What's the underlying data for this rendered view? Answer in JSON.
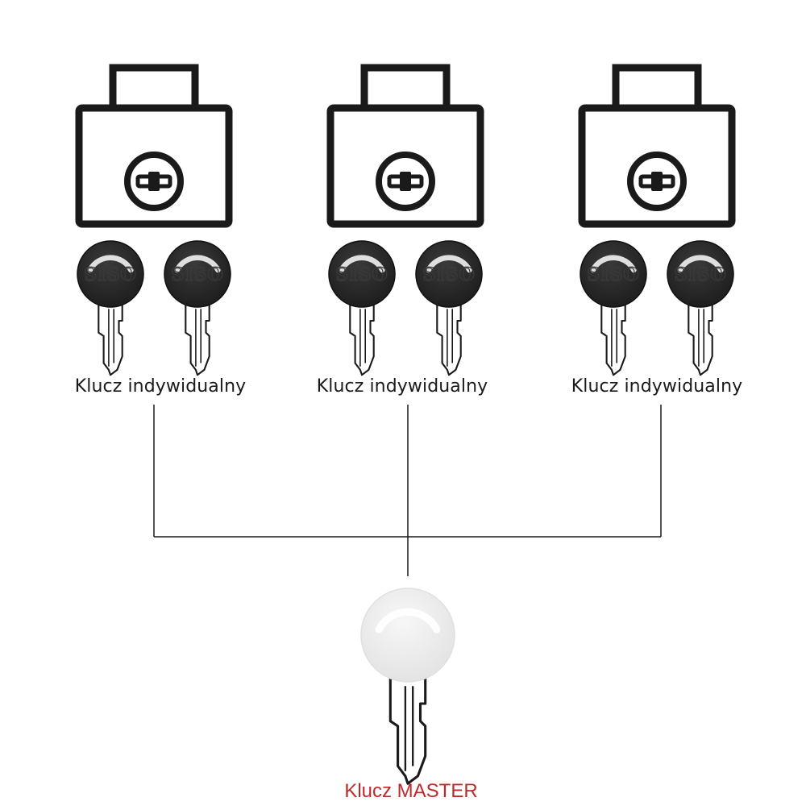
{
  "colors": {
    "stroke": "#1a1a1a",
    "key_head": "#262626",
    "key_engraving": "#3a3a3a",
    "master_head": "#ececec",
    "master_accent": "#c0292b",
    "connector": "#1a1a1a"
  },
  "key_brand": "SISO",
  "groups": [
    {
      "lock_icon": "padlock-icon",
      "key_count": 2,
      "label": "Klucz indywidualny"
    },
    {
      "lock_icon": "padlock-icon",
      "key_count": 2,
      "label": "Klucz indywidualny"
    },
    {
      "lock_icon": "padlock-icon",
      "key_count": 2,
      "label": "Klucz indywidualny"
    }
  ],
  "master": {
    "key_icon": "master-key-icon",
    "label": "Klucz MASTER"
  }
}
